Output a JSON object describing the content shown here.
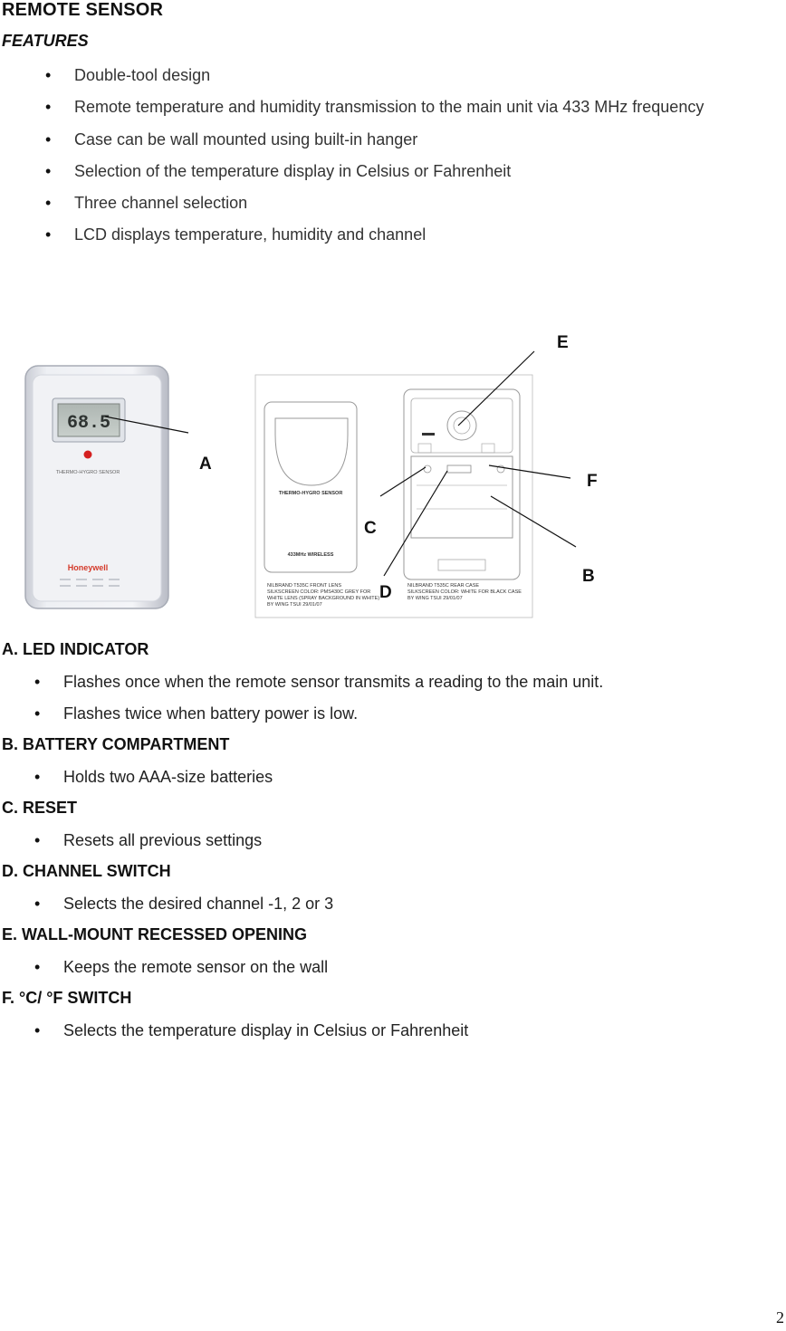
{
  "title": "REMOTE SENSOR",
  "subtitle": "FEATURES",
  "features": [
    "Double-tool design",
    "Remote temperature and humidity transmission to the main unit via 433 MHz frequency",
    "Case can be wall mounted using built-in hanger",
    "Selection of the temperature display in Celsius or Fahrenheit",
    "Three channel selection",
    "LCD displays temperature, humidity and channel"
  ],
  "diagram": {
    "callouts": [
      "A",
      "B",
      "C",
      "D",
      "E",
      "F"
    ],
    "lcd_readout": "68.5",
    "front_label": "THERMO-HYGRO SENSOR",
    "brand": "Honeywell",
    "front_case_label": "THERMO-HYGRO SENSOR",
    "wireless_label": "433MHz WIRELESS",
    "front_note": [
      "NILBRAND T535C FRONT LENS",
      "SILKSCREEN COLOR: PMS430C GREY FOR",
      "WHITE LENS (SPRAY BACKGROUND IN WHITE)",
      "BY WING TSUI 29/01/07"
    ],
    "rear_note": [
      "NILBRAND T535C REAR CASE",
      "SILKSCREEN COLOR: WHITE FOR BLACK CASE",
      "BY WING TSUI 29/01/07"
    ]
  },
  "sections": [
    {
      "heading": "A. LED INDICATOR",
      "items": [
        "Flashes once when the remote sensor transmits a reading to the main unit.",
        "Flashes twice when battery power is low."
      ]
    },
    {
      "heading": "B. BATTERY COMPARTMENT",
      "items": [
        "Holds two AAA-size batteries"
      ]
    },
    {
      "heading": "C. RESET",
      "items": [
        "Resets all previous settings"
      ]
    },
    {
      "heading": "D. CHANNEL SWITCH",
      "items": [
        "Selects the desired channel -1, 2 or 3"
      ]
    },
    {
      "heading": "E. WALL-MOUNT RECESSED OPENING",
      "items": [
        "Keeps the remote sensor on the wall"
      ]
    },
    {
      "heading": "F. °C/ °F SWITCH",
      "items": [
        "Selects the temperature display in Celsius or Fahrenheit"
      ]
    }
  ],
  "page_number": "2"
}
